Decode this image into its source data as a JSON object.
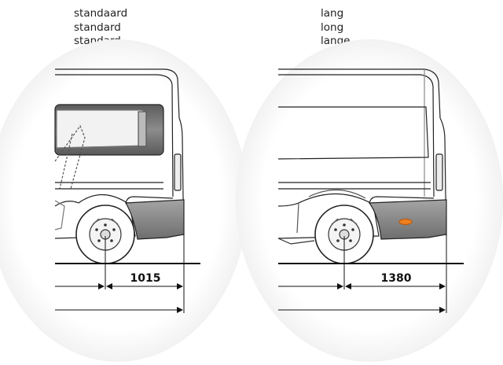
{
  "variants": [
    {
      "id": "standard",
      "labels": [
        "standaard",
        "standard",
        "standard"
      ],
      "overhang_dimension": "1015"
    },
    {
      "id": "long",
      "labels": [
        "lang",
        "long",
        "lange"
      ],
      "overhang_dimension": "1380"
    }
  ],
  "colors": {
    "outline": "#222222",
    "bumper": "#8a8a8a",
    "window": "#6a6a6a",
    "reflector": "#f08020",
    "ground": "#111111"
  }
}
